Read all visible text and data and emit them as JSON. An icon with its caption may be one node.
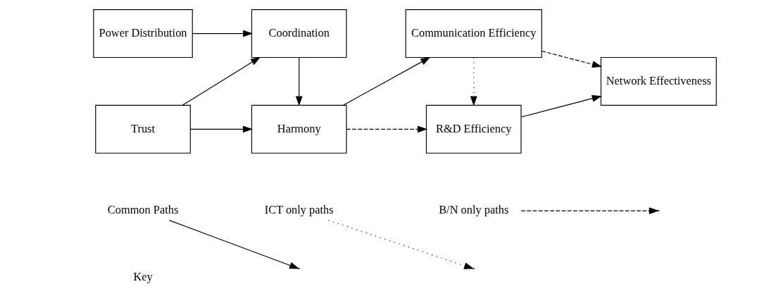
{
  "diagram": {
    "nodes": [
      {
        "text": [
          "Power Distribution"
        ]
      },
      {
        "text": [
          "Coordination"
        ]
      },
      {
        "text": [
          "Trust"
        ]
      },
      {
        "text": [
          "Harmony"
        ]
      },
      {
        "text": [
          "Communication Efficiency"
        ]
      },
      {
        "text": [
          "R&D Efficiency"
        ]
      },
      {
        "text": [
          "Network Effectiveness"
        ]
      }
    ],
    "edges": [
      {
        "from": 0,
        "to": 1,
        "arrow": "to"
      },
      {
        "from": 2,
        "to": 1,
        "arrow": "to"
      },
      {
        "from": 2,
        "to": 3,
        "arrow": "to"
      },
      {
        "from": 1,
        "to": 3,
        "arrow": "to"
      },
      {
        "from": 3,
        "to": 4,
        "arrow": "to"
      },
      {
        "from": 3,
        "to": 5,
        "arrow": "to",
        "style": "dashed"
      },
      {
        "from": 4,
        "to": 5,
        "arrow": "to",
        "style": "dashed"
      },
      {
        "from": 4,
        "to": 6,
        "arrow": "to",
        "style": "dashed"
      },
      {
        "from": 5,
        "to": 6,
        "arrow": "to"
      }
    ],
    "labels": [
      "Key"
    ],
    "legend": [
      {
        "text": "Common Paths"
      },
      {
        "text": "ICT only paths"
      },
      {
        "text": "B/N only paths"
      }
    ]
  }
}
